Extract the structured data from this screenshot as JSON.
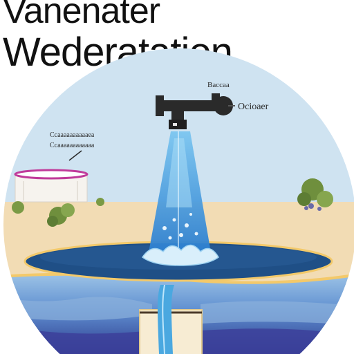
{
  "title": {
    "line1": "Vanenater",
    "line2": "Wederatation"
  },
  "labels": {
    "tap_small": "Baccaa",
    "tap_main": "Ocioaer",
    "left_line1": "Ccaaaaaaaaaaea",
    "left_line2": "Ccaaaaaaaaaaaa"
  },
  "colors": {
    "sky": "#cfe3f1",
    "sand": "#f2dcb4",
    "pool": "#1f4f86",
    "stream": "#4aa8e0",
    "ocean_deep": "#2e3b8f",
    "ocean_light": "#6f9bd4",
    "pipe": "#2a2a2a",
    "tank_rim": "#c03a9a"
  }
}
